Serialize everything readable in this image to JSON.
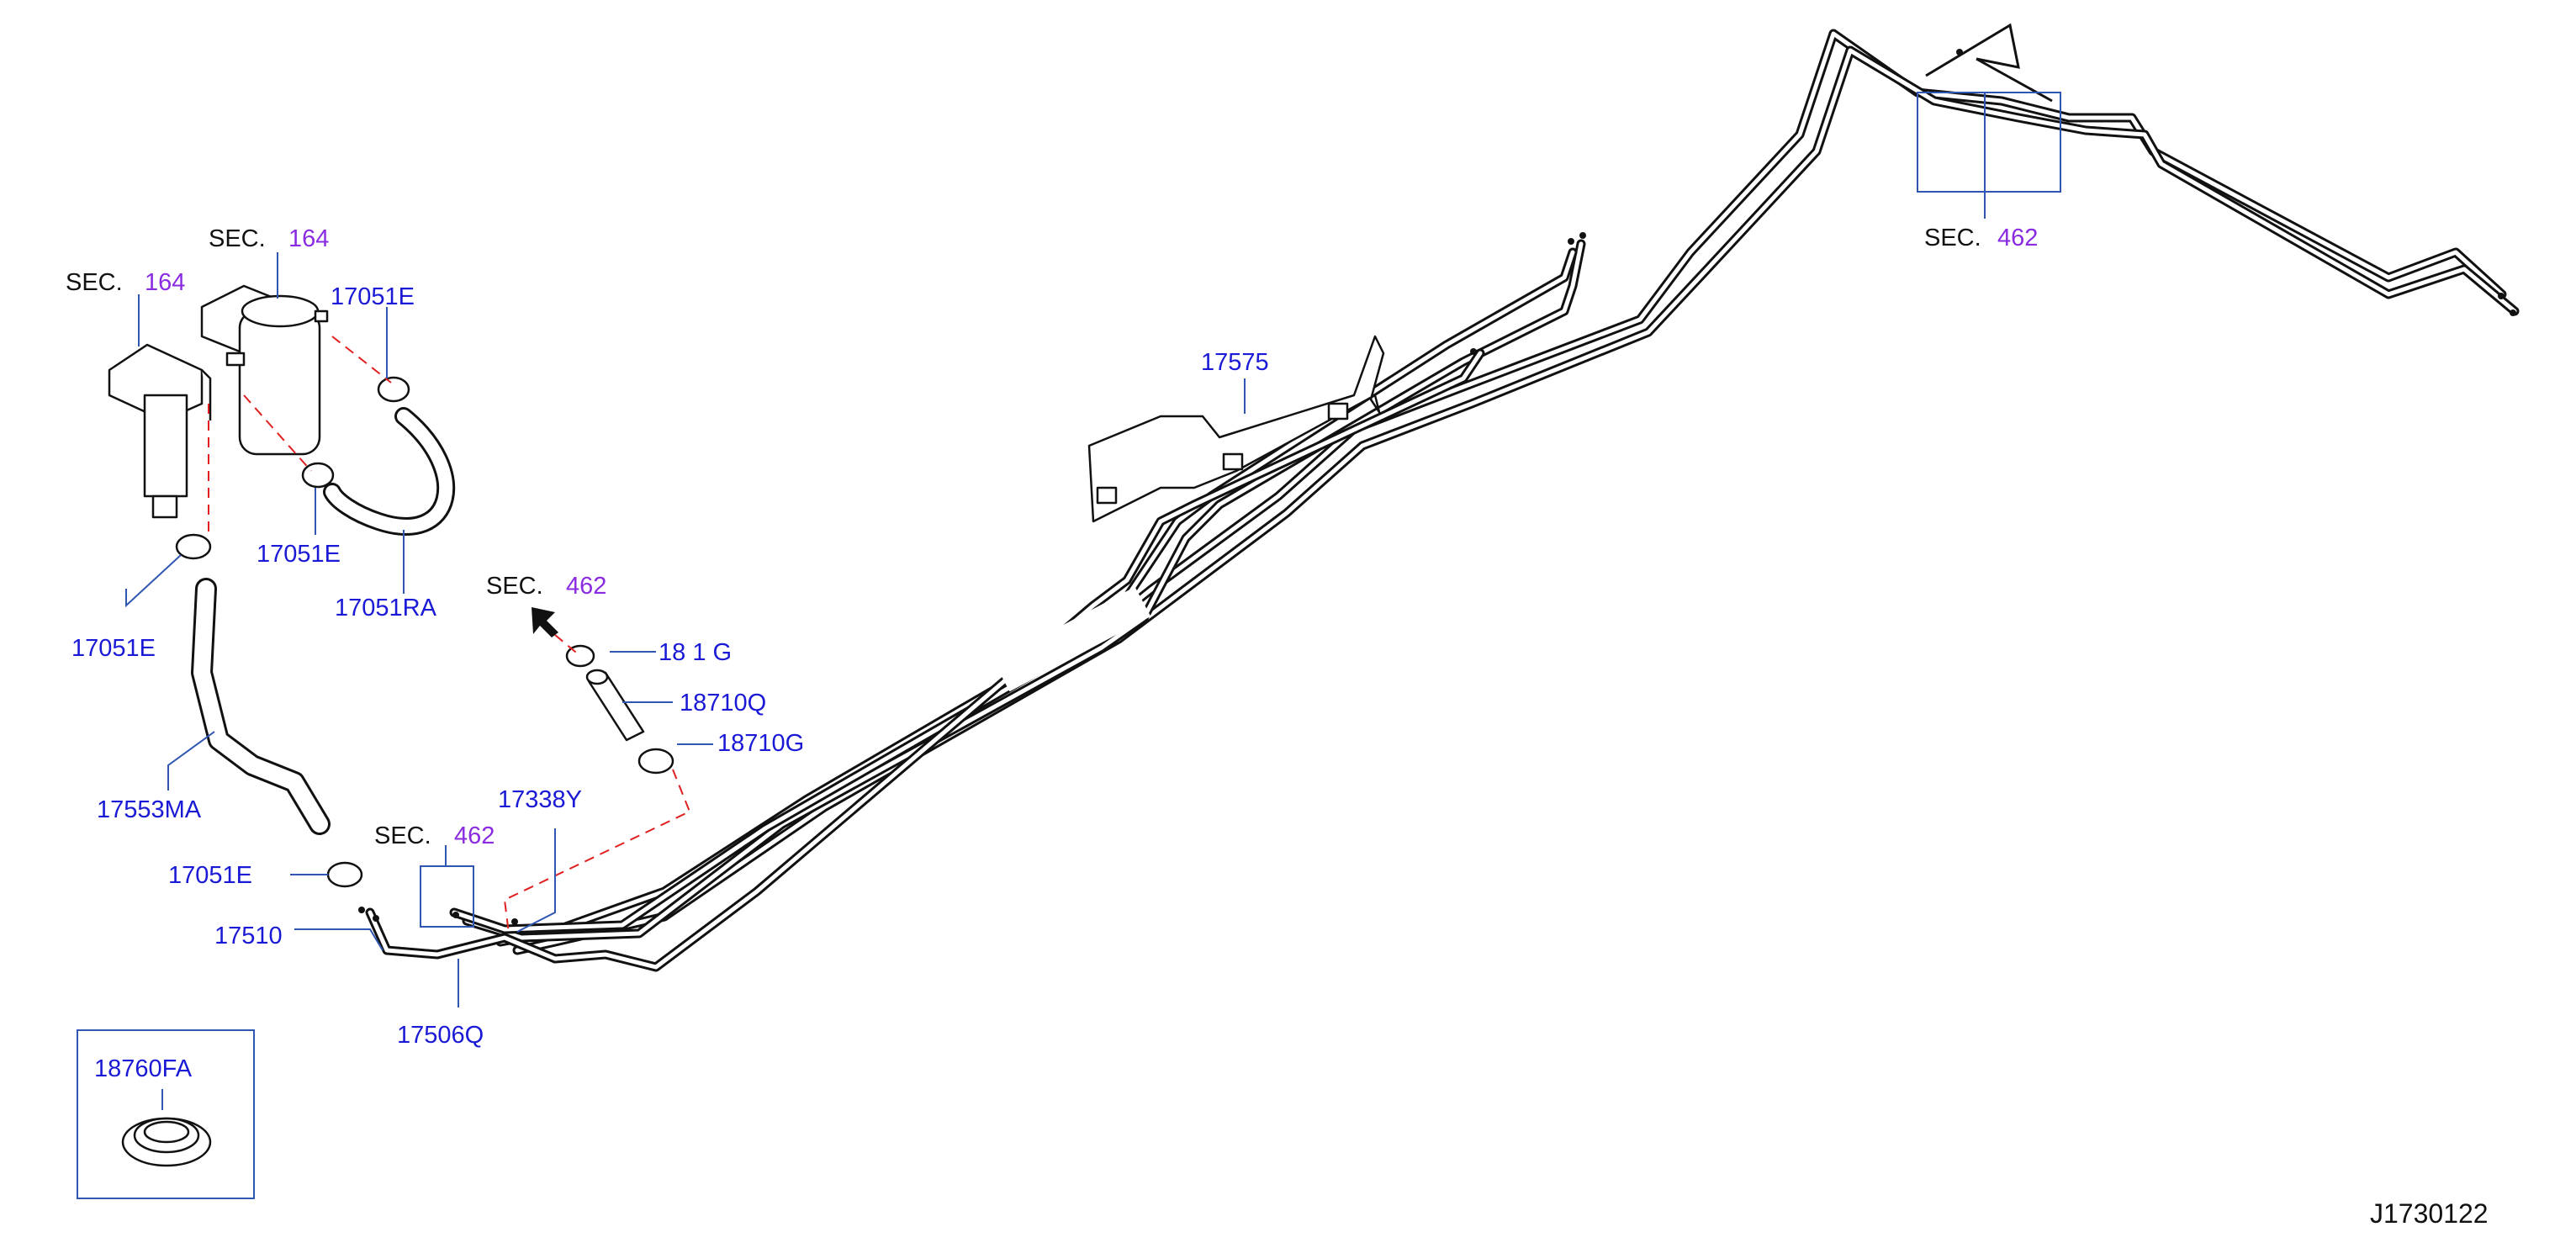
{
  "labels": {
    "sec_164_a_prefix": "SEC.",
    "sec_164_a_num": "164",
    "sec_164_b_prefix": "SEC.",
    "sec_164_b_num": "164",
    "sec_462_a_prefix": "SEC.",
    "sec_462_a_num": "462",
    "sec_462_b_prefix": "SEC.",
    "sec_462_b_num": "462",
    "sec_462_c_prefix": "SEC.",
    "sec_462_c_num": "462",
    "p_17051E_1": "17051E",
    "p_17051E_2": "17051E",
    "p_17051E_3": "17051E",
    "p_17051E_4": "17051E",
    "p_17051RA": "17051RA",
    "p_17553MA": "17553MA",
    "p_17510": "17510",
    "p_17506Q": "17506Q",
    "p_17338Y": "17338Y",
    "p_18710G_partial": "18 1 G",
    "p_18710Q": "18710Q",
    "p_18710G": "18710G",
    "p_17575": "17575",
    "p_18760FA": "18760FA",
    "diagram_code": "J1730122"
  },
  "colors": {
    "part_number": "#1a1ad6",
    "section_number": "#8a2be2",
    "leader_line": "#2f56b0",
    "dashed_guide": "#e02020",
    "line_art": "#111111"
  }
}
